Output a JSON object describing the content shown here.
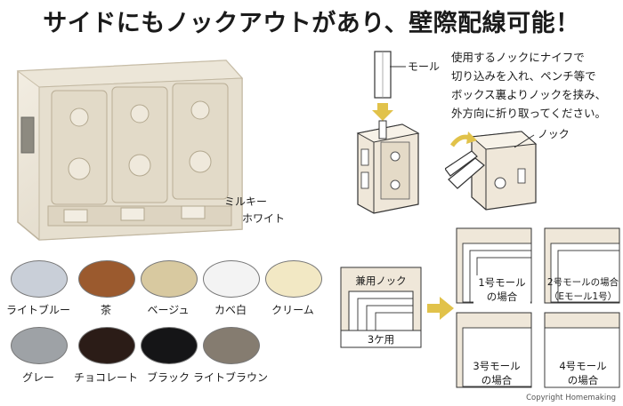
{
  "headline": "サイドにもノックアウトがあり、壁際配線可能！",
  "product_color_label_line1": "ミルキー",
  "product_color_label_line2": "ホワイト",
  "swatches": [
    {
      "name": "ライトブルー",
      "color": "#c9cfd8"
    },
    {
      "name": "茶",
      "color": "#9b5a2e"
    },
    {
      "name": "ベージュ",
      "color": "#d8c9a0"
    },
    {
      "name": "カベ白",
      "color": "#f3f3f3"
    },
    {
      "name": "クリーム",
      "color": "#f2e8c4"
    },
    {
      "name": "グレー",
      "color": "#9ea2a6"
    },
    {
      "name": "チョコレート",
      "color": "#2b1c17"
    },
    {
      "name": "ブラック",
      "color": "#151517"
    },
    {
      "name": "ライトブラウン",
      "color": "#857c70"
    }
  ],
  "diagram": {
    "mall_label": "モール",
    "knock_label": "ノック",
    "instruction_lines": [
      "使用するノックにナイフで",
      "切り込みを入れ、ペンチ等で",
      "ボックス裏よりノックを挟み、",
      "外方向に折り取ってください。"
    ]
  },
  "knockout": {
    "shared_label": "兼用ノック",
    "shared_caption": "3ケ用",
    "options": [
      {
        "line1": "1号モール",
        "line2": "の場合"
      },
      {
        "line1": "2号モールの場合",
        "line2": "（Eモール1号）"
      },
      {
        "line1": "3号モール",
        "line2": "の場合"
      },
      {
        "line1": "4号モール",
        "line2": "の場合"
      }
    ]
  },
  "copyright": "Copyright Homemaking",
  "colors": {
    "accent_arrow": "#e1c24a",
    "outline": "#333333",
    "box_fill": "#efe7d9"
  }
}
